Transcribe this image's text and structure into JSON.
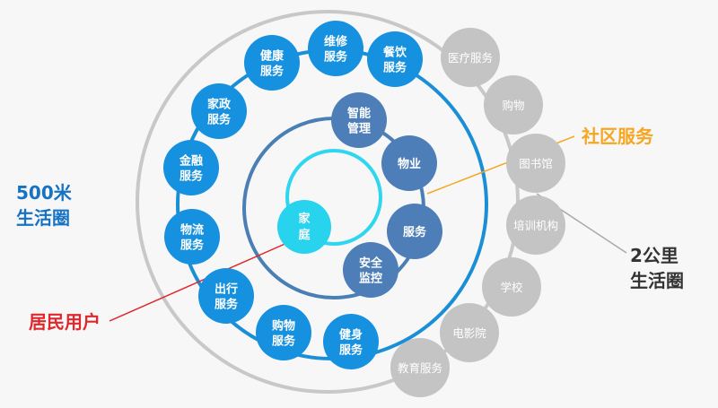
{
  "colors": {
    "blue_ring": "#1a8fd6",
    "blue_node": "#1691df",
    "steel_ring": "#4a7fb5",
    "steel_node": "#4d7eb8",
    "cyan_ring": "#2fd6ef",
    "cyan_node": "#28d3ee",
    "gray_ring": "#c8c8c8",
    "gray_node": "#c4c4c4",
    "label_blue": "#1572c4",
    "label_orange": "#f5a623",
    "label_red": "#e0272c",
    "label_dark": "#333333"
  },
  "center": {
    "line1": "家",
    "line2": "庭"
  },
  "community_nodes": [
    {
      "line1": "智能",
      "line2": "管理"
    },
    {
      "line1": "物业",
      "line2": ""
    },
    {
      "line1": "服务",
      "line2": ""
    },
    {
      "line1": "安全",
      "line2": "监控"
    }
  ],
  "ring_500m_nodes": [
    {
      "line1": "维修",
      "line2": "服务"
    },
    {
      "line1": "餐饮",
      "line2": "服务"
    },
    {
      "line1": "健康",
      "line2": "服务"
    },
    {
      "line1": "家政",
      "line2": "服务"
    },
    {
      "line1": "金融",
      "line2": "服务"
    },
    {
      "line1": "物流",
      "line2": "服务"
    },
    {
      "line1": "出行",
      "line2": "服务"
    },
    {
      "line1": "购物",
      "line2": "服务"
    },
    {
      "line1": "健身",
      "line2": "服务"
    }
  ],
  "ring_2km_nodes": [
    {
      "label": "医疗服务"
    },
    {
      "label": "购物"
    },
    {
      "label": "图书馆"
    },
    {
      "label": "培训机构"
    },
    {
      "label": "学校"
    },
    {
      "label": "电影院"
    },
    {
      "label": "教育服务"
    }
  ],
  "labels": {
    "ring_500m_line1": "500米",
    "ring_500m_line2": "生活圈",
    "community": "社区服务",
    "resident": "居民用户",
    "ring_2km_line1": "2公里",
    "ring_2km_line2": "生活圈"
  }
}
